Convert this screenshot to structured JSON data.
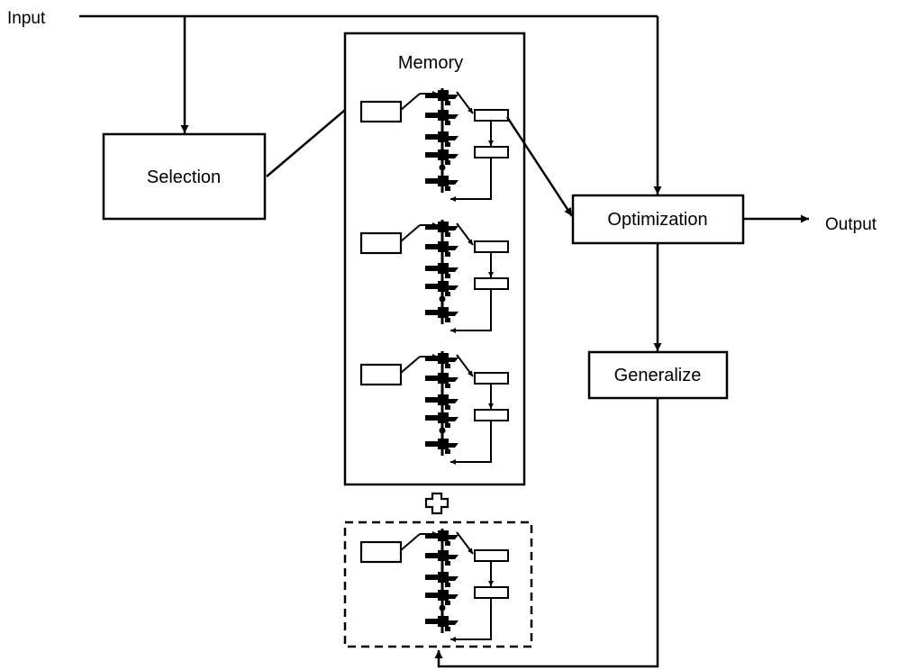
{
  "diagram": {
    "input_label": "Input",
    "output_label": "Output",
    "selection_label": "Selection",
    "memory_label": "Memory",
    "optimization_label": "Optimization",
    "generalize_label": "Generalize",
    "memory_module_count": 3,
    "new_module_count": 1,
    "plus_symbol": "+",
    "new_module_border": "dashed",
    "colors": {
      "line": "#000000",
      "background": "#ffffff"
    }
  }
}
